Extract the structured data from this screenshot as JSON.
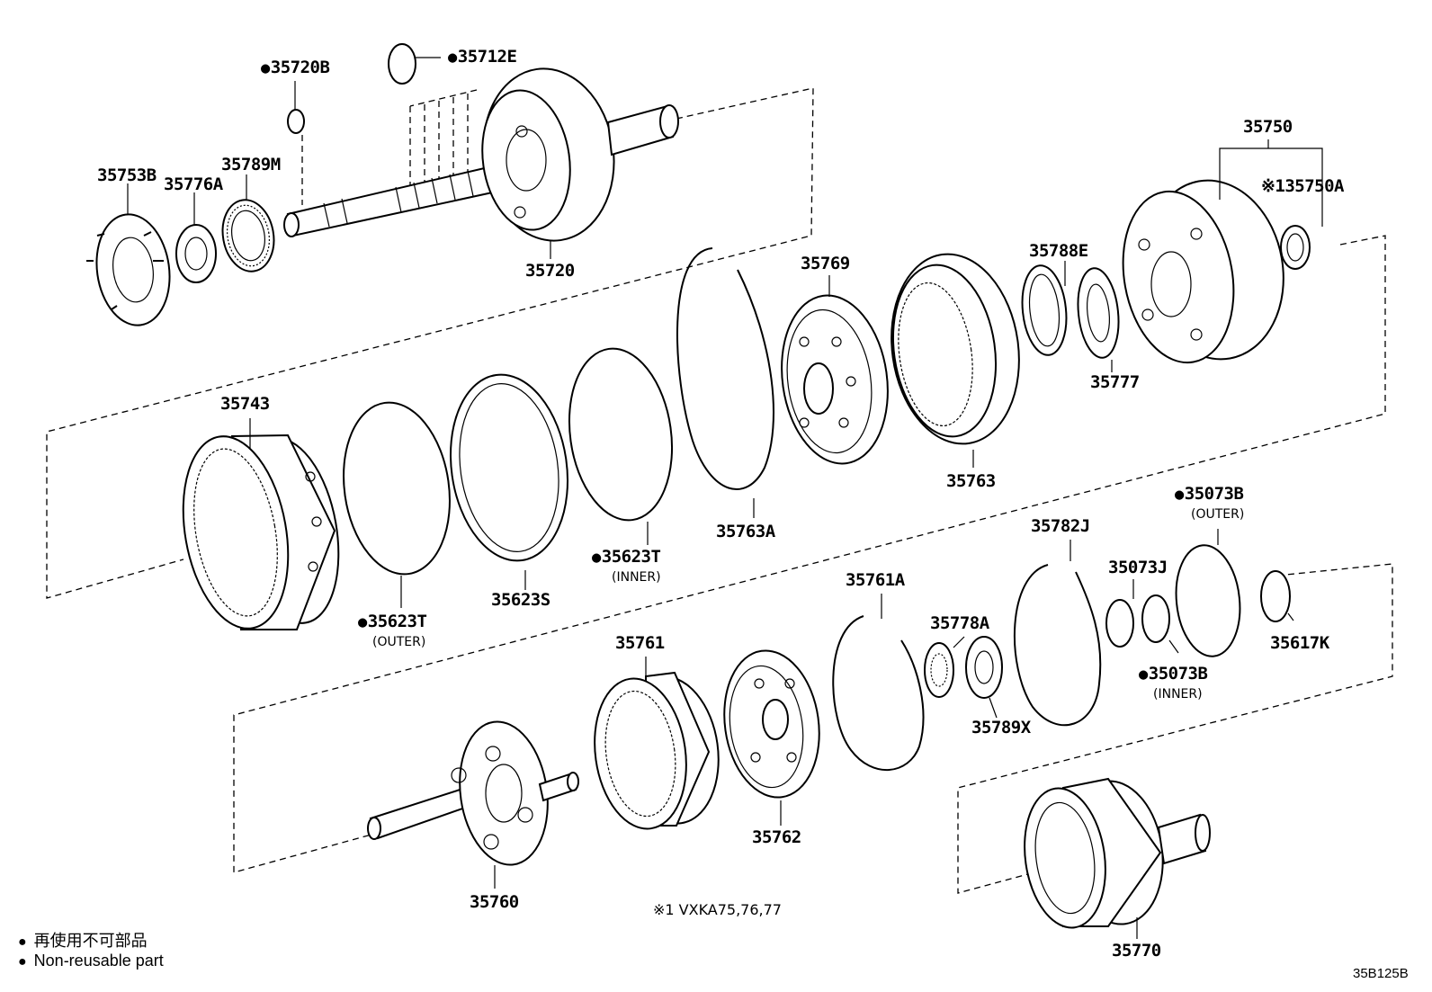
{
  "diagram": {
    "code": "35B125B",
    "footnote": "※1 VXKA75,76,77",
    "legend": {
      "jp": "再使用不可部品",
      "en": "Non-reusable part"
    },
    "parts": {
      "p35720B": "35720B",
      "p35712E": "35712E",
      "p35753B": "35753B",
      "p35776A": "35776A",
      "p35789M": "35789M",
      "p35720": "35720",
      "p35750": "35750",
      "p35750A": "※135750A",
      "p35769": "35769",
      "p35788E": "35788E",
      "p35777": "35777",
      "p35743": "35743",
      "p35763": "35763",
      "p35763A": "35763A",
      "p35623S": "35623S",
      "p35623T_inner": "35623T",
      "p35623T_inner_sub": "(INNER)",
      "p35623T_outer": "35623T",
      "p35623T_outer_sub": "(OUTER)",
      "p35073B_outer": "35073B",
      "p35073B_outer_sub": "(OUTER)",
      "p35782J": "35782J",
      "p35073J": "35073J",
      "p35761A": "35761A",
      "p35778A": "35778A",
      "p35617K": "35617K",
      "p35073B_inner": "35073B",
      "p35073B_inner_sub": "(INNER)",
      "p35761": "35761",
      "p35789X": "35789X",
      "p35762": "35762",
      "p35760": "35760",
      "p35770": "35770"
    }
  }
}
